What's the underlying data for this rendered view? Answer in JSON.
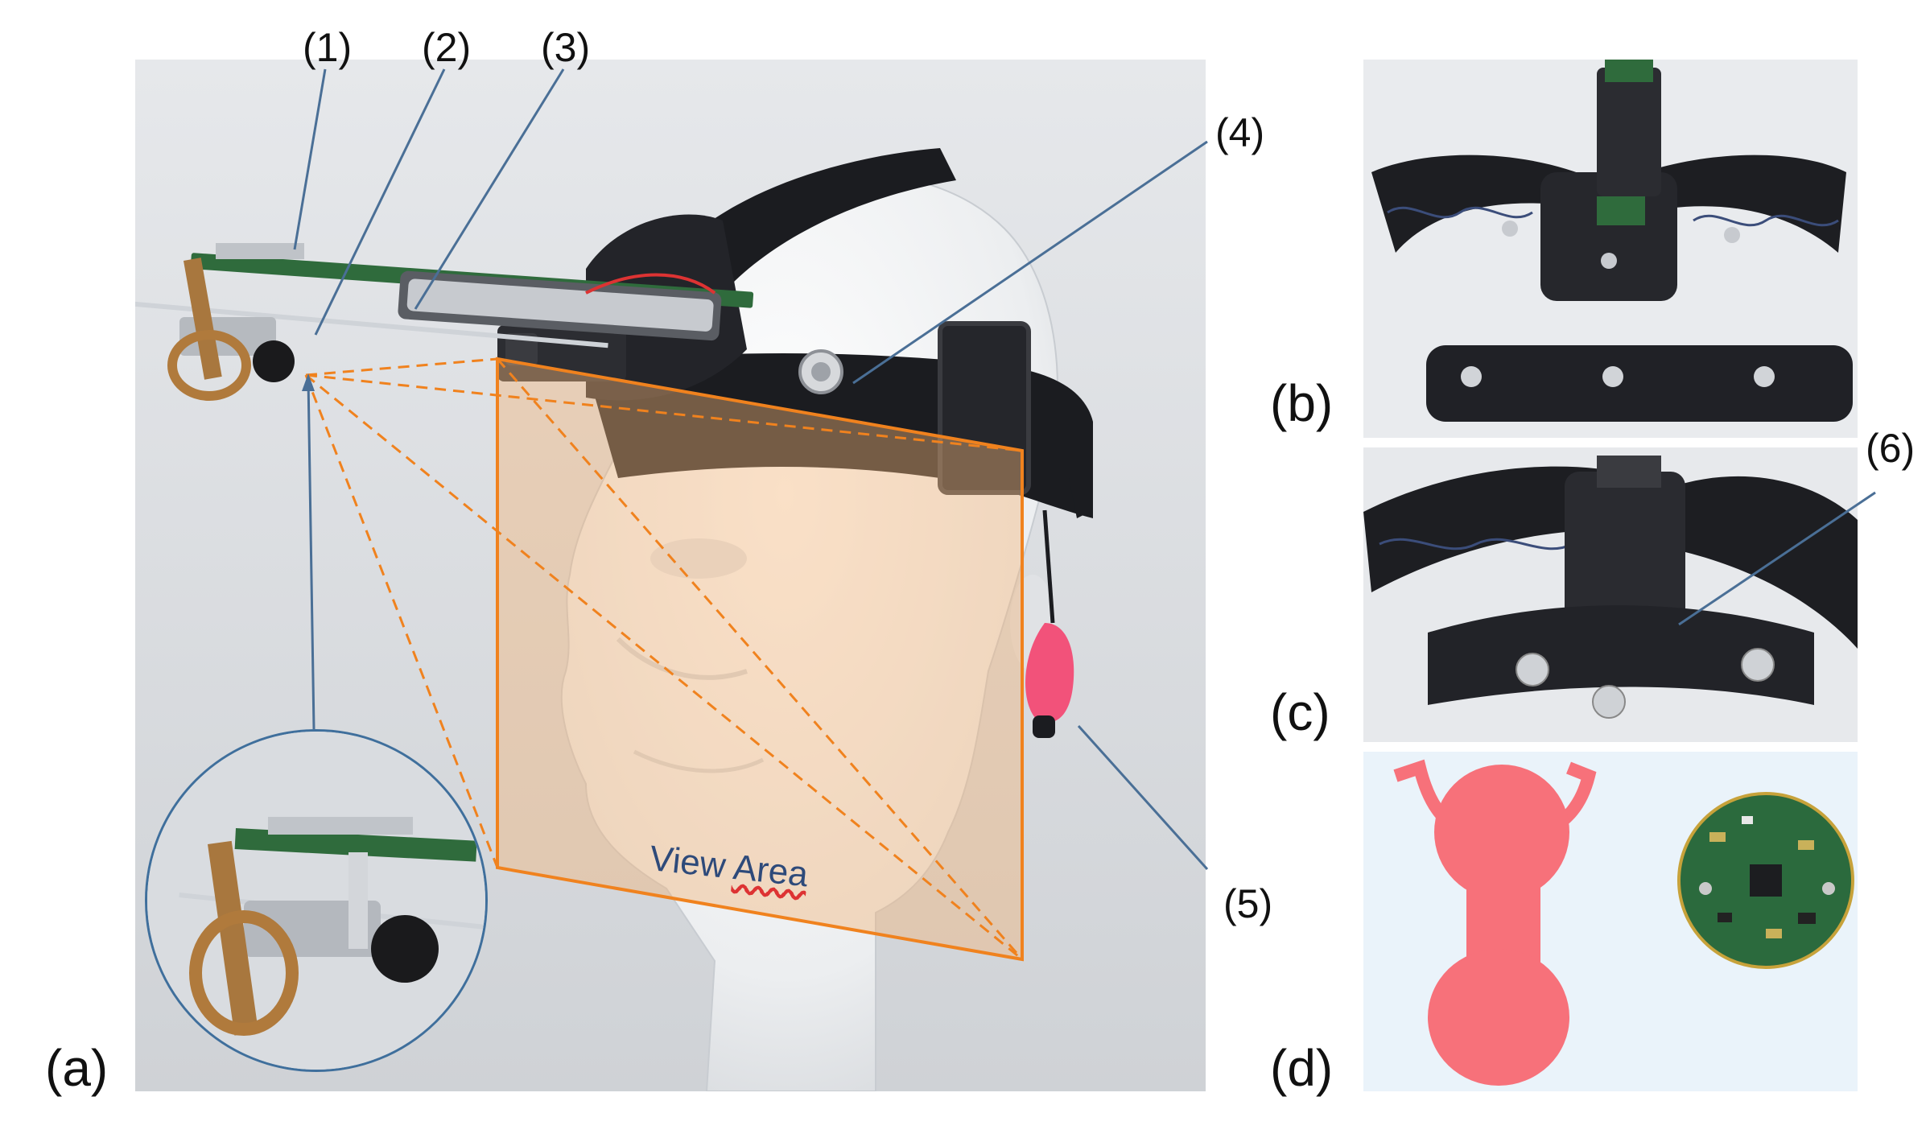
{
  "panels": {
    "a": {
      "letter": "(a)"
    },
    "b": {
      "letter": "(b)"
    },
    "c": {
      "letter": "(c)"
    },
    "d": {
      "letter": "(d)"
    }
  },
  "callouts": [
    "(1)",
    "(2)",
    "(3)",
    "(4)",
    "(5)",
    "(6)"
  ],
  "view_area": {
    "label_prefix": "View ",
    "label_wavy": "Area"
  },
  "colors": {
    "leader": "#4a6f96",
    "frustum": "#f0821e",
    "strap": "#1b1c20",
    "pcb": "#2f6b3c",
    "clip": "#f7717a"
  }
}
